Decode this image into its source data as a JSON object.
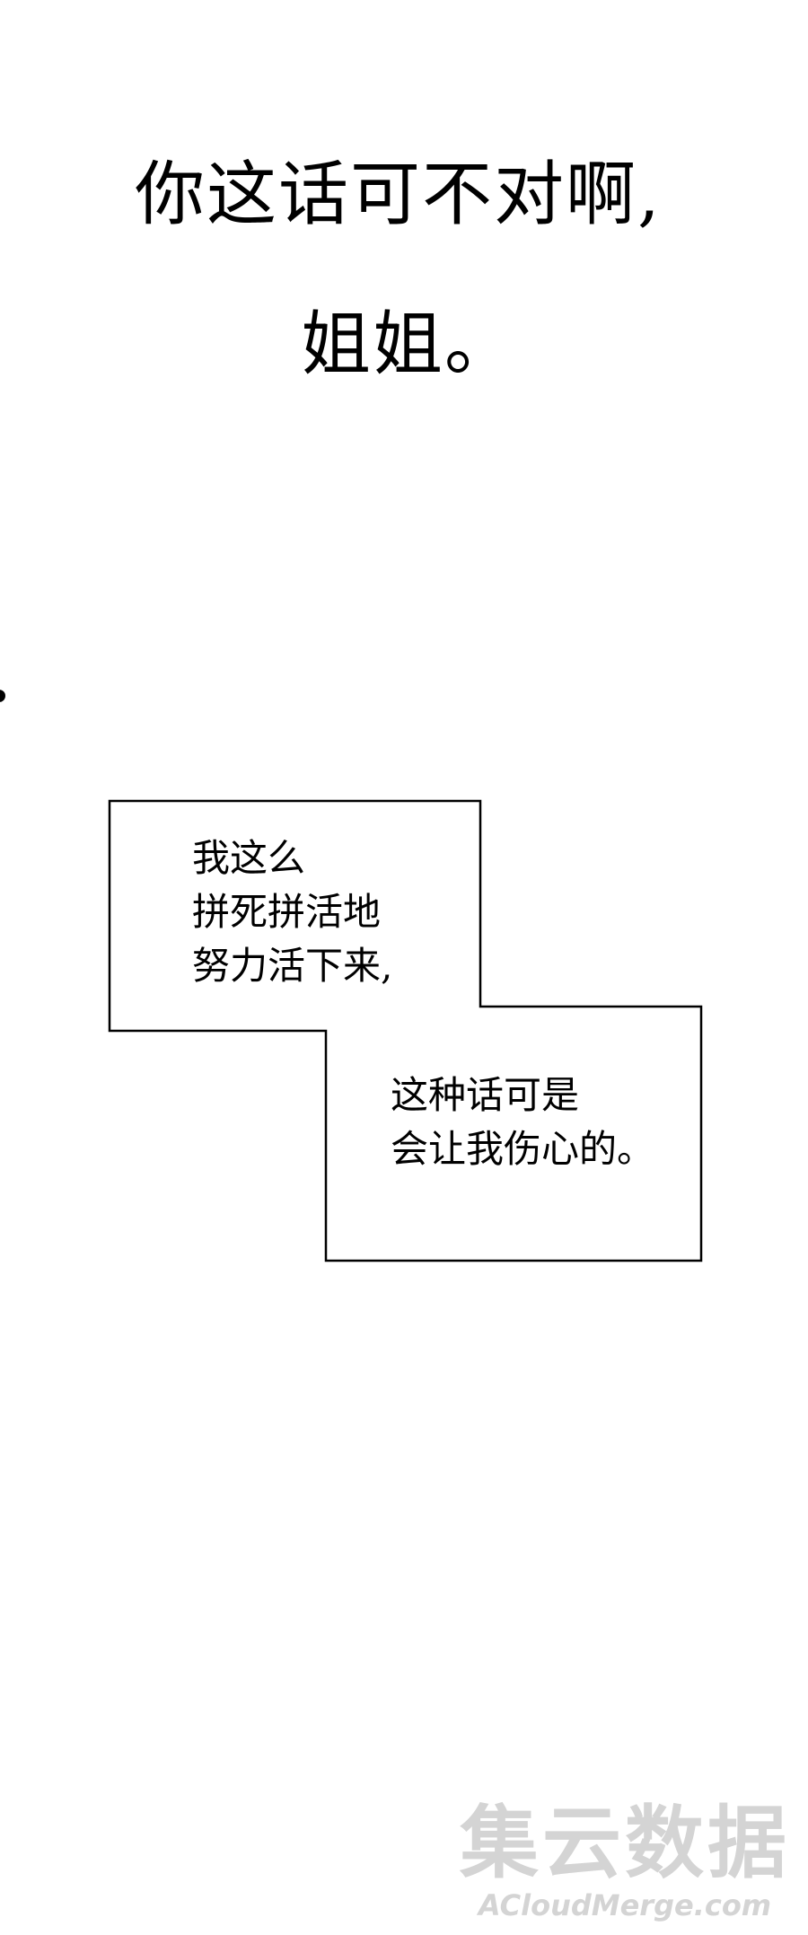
{
  "narration": {
    "line1": "你这话可不对啊,",
    "line2": "姐姐。"
  },
  "speech_bubble": {
    "part1": [
      "我这么",
      "拼死拼活地",
      "努力活下来,"
    ],
    "part2": [
      "这种话可是",
      "会让我伤心的。"
    ]
  },
  "watermark": {
    "chinese": "集云数据",
    "english": "ACloudMerge.com"
  }
}
